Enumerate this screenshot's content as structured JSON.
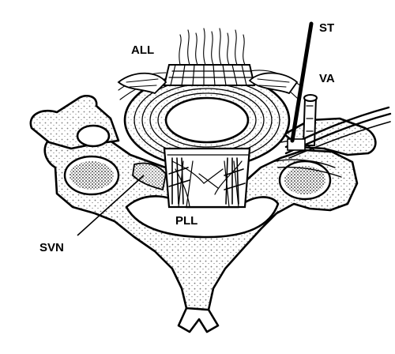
{
  "figure": {
    "labels": {
      "all": "ALL",
      "st": "ST",
      "va": "VA",
      "pll": "PLL",
      "svn": "SVN"
    },
    "colors": {
      "ink": "#000000",
      "background": "#ffffff"
    }
  }
}
